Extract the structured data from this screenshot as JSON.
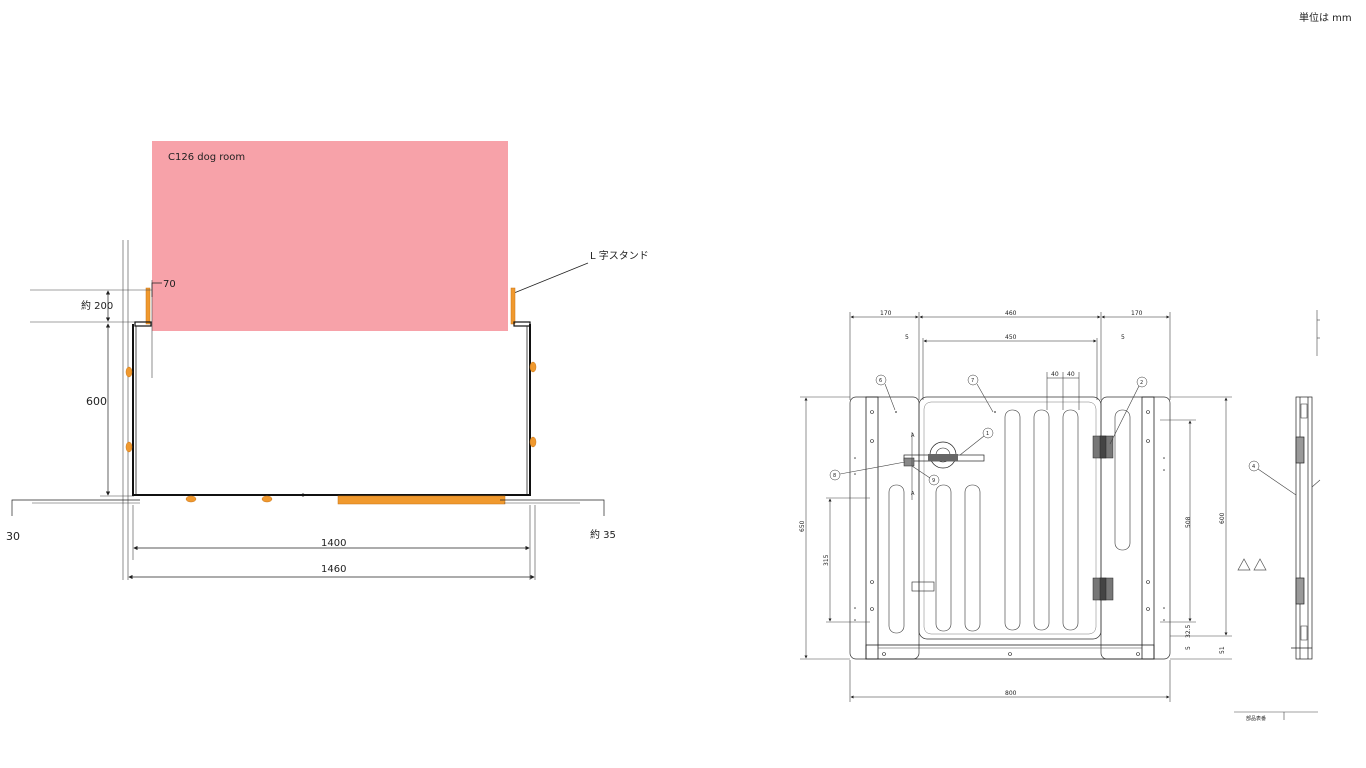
{
  "units_note": "単位は mm",
  "left_plan": {
    "room_label": "C126  dog room",
    "stand_label": "L 字スタンド",
    "dims": {
      "d70": "70",
      "d200": "約 200",
      "d600": "600",
      "d30": "30",
      "d35": "約 35",
      "d1400": "1400",
      "d1460": "1460"
    }
  },
  "right_plan": {
    "dims": {
      "d170a": "170",
      "d460": "460",
      "d170b": "170",
      "d5a": "5",
      "d450": "450",
      "d5b": "5",
      "d40a": "40",
      "d40b": "40",
      "d650": "650",
      "d315": "315",
      "d508": "508",
      "d600": "600",
      "d32_5": "32.5",
      "d5c": "5",
      "d51": "51",
      "d800": "800"
    },
    "callouts": {
      "c1": "1",
      "c2": "2",
      "c4": "4",
      "c6": "6",
      "c7": "7",
      "c8": "8",
      "c9": "9"
    },
    "section_mark": "A",
    "title_block_text": "部品表番"
  },
  "colors": {
    "room": "#f7a2a9",
    "accent": "#f0992e"
  }
}
